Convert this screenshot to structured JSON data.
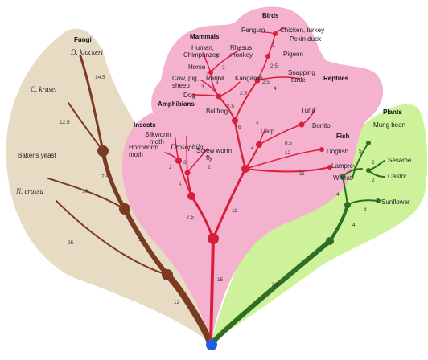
{
  "groups": {
    "fungi": "Fungi",
    "birds": "Birds",
    "mammals": "Mammals",
    "reptiles": "Reptiles",
    "amphibians": "Amphibians",
    "insects": "Insects",
    "fish": "Fish",
    "plants": "Plants"
  },
  "fungi_taxa": {
    "d_kl": "D. klockeri",
    "c_kr": "C. krusei",
    "yeast": "Baker's yeast",
    "n_cr": "N. crassa"
  },
  "bird_taxa": {
    "penguin": "Penguin",
    "chicken": "Chicken, turkey",
    "pekin": "Pekin duck",
    "pigeon": "Pigeon"
  },
  "mammal_taxa": {
    "human1": "Human,",
    "human2": "Chimpanzee",
    "rhesus1": "Rhesus",
    "rhesus2": "monkey",
    "horse": "Horse",
    "cow1": "Cow, pig,",
    "cow2": "sheep",
    "rabbit": "Rabbit",
    "kangaroo": "Kangaroo",
    "dog": "Dog"
  },
  "reptile_taxa": {
    "snap1": "Snapping",
    "snap2": "turtle"
  },
  "amphibian_taxa": {
    "bullfrog": "Bullfrog"
  },
  "insect_taxa": {
    "silk1": "Silkworm",
    "silk2": "moth",
    "droso": "Drosophila",
    "horn1": "Hornworm",
    "horn2": "moth",
    "screw1": "Screw worm",
    "screw2": "fly"
  },
  "fish_taxa": {
    "tuna": "Tuna",
    "bonito": "Bonito",
    "carp": "Carp",
    "dogfish": "Dogfish",
    "lamprey": "Lamprey"
  },
  "plant_taxa": {
    "mung": "Mung bean",
    "sesame": "Sesame",
    "castor": "Castor",
    "wheat": "Wheat",
    "sunflower": "Sunflower"
  },
  "branch_lengths": {
    "f1": "14.5",
    "f2": "12.5",
    "f3": "7.5",
    "f4": "10",
    "f5": "25",
    "f6": "12",
    "f7": "12",
    "a1": "15",
    "a2": "7.5",
    "a3": "11",
    "a4": "2",
    "a5": "3",
    "a6": "6",
    "a7": "2",
    "a8": "11",
    "a9": "12",
    "a10": "6.5",
    "a11": "4",
    "a12": "6",
    "a13": "2",
    "a14": "2.5",
    "a15": "2.5",
    "a16": "2.5",
    "a17": "3",
    "a18": "3",
    "a19": "2",
    "a20": "2",
    "a21": "4",
    "a22": "2.5",
    "a23": "1",
    "a24": "5",
    "p1": "23",
    "p2": "4",
    "p3": "4",
    "p4": "5",
    "p5": "2",
    "p6": "2",
    "p7": "6"
  },
  "colors": {
    "fungi_region": "#e7dcc3",
    "animal_region": "#f4b2cf",
    "plant_region": "#cdf29a",
    "fungi_branch": "#7b3a22",
    "animal_branch": "#d81f3c",
    "plant_branch": "#2f6e24",
    "root_node": "#1d5fe0"
  }
}
